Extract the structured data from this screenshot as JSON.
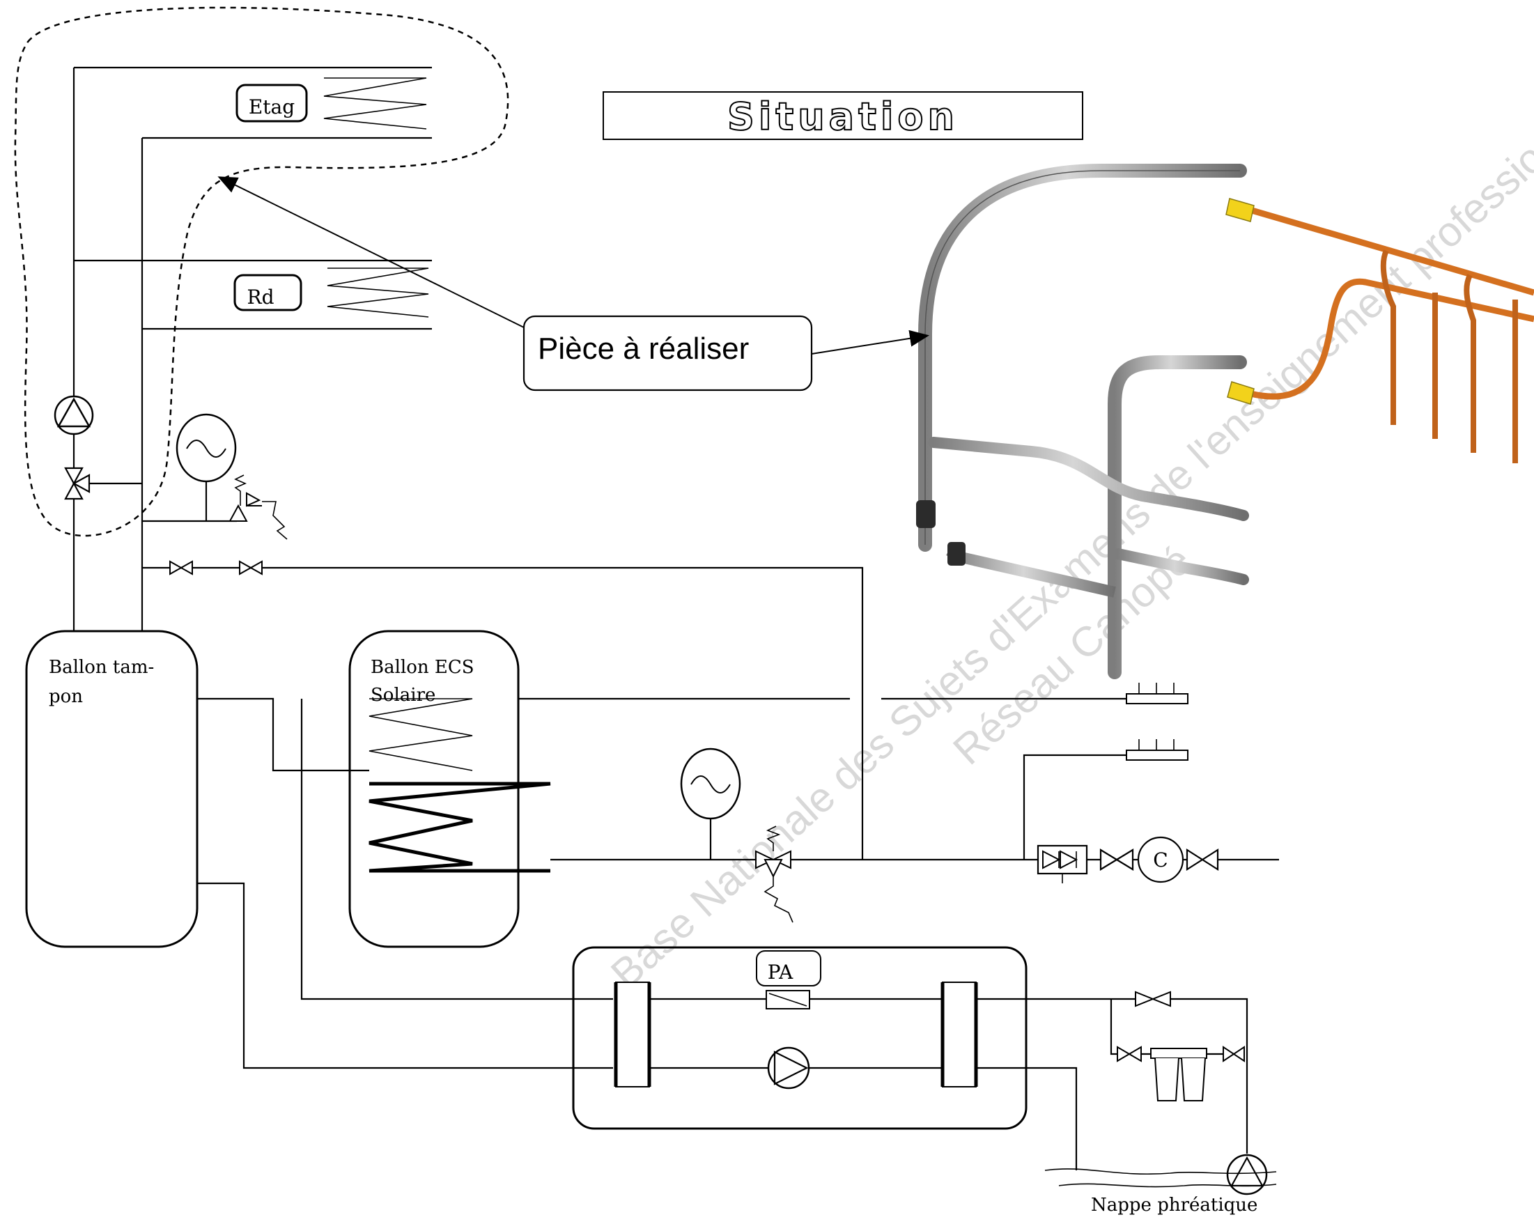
{
  "title": "Situation",
  "callout": "Pièce à réaliser",
  "labels": {
    "etag": "Etag",
    "rd": "Rd",
    "ballon_tampon_line1": "Ballon tam-",
    "ballon_tampon_line2": "pon",
    "ballon_ecs_line1": "Ballon ECS",
    "ballon_ecs_line2": "Solaire",
    "pa": "PA",
    "compteur": "C",
    "nappe": "Nappe phréatique"
  },
  "watermark": {
    "line1": "Base Nationale des Sujets d'Examens de l'enseignement professionnel",
    "line2": "Réseau Canopé"
  },
  "colors": {
    "copper": "#d4701f",
    "steel": "#a9a9a9",
    "fitting": "#f2d21b"
  }
}
